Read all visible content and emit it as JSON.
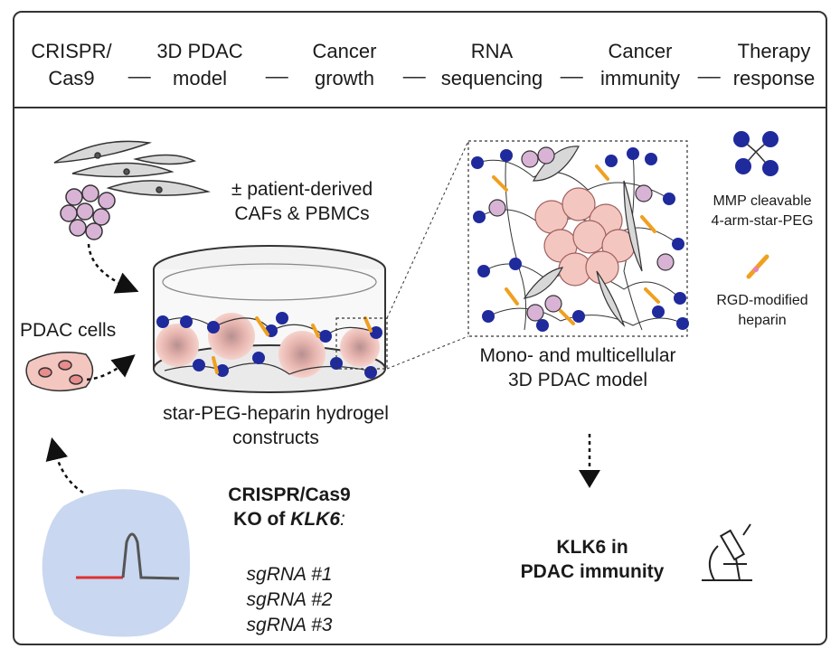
{
  "workflow": {
    "steps": [
      {
        "line1": "CRISPR/",
        "line2": "Cas9"
      },
      {
        "line1": "3D PDAC",
        "line2": "model"
      },
      {
        "line1": "Cancer",
        "line2": "growth"
      },
      {
        "line1": "RNA",
        "line2": "sequencing"
      },
      {
        "line1": "Cancer",
        "line2": "immunity"
      },
      {
        "line1": "Therapy",
        "line2": "response"
      }
    ],
    "connector": "__"
  },
  "inputs": {
    "cells_label_line1": "± patient-derived",
    "cells_label_line2": "CAFs & PBMCs",
    "pdac_label": "PDAC cells"
  },
  "hydrogel": {
    "label_line1": "star-PEG-heparin hydrogel",
    "label_line2": "constructs"
  },
  "model": {
    "label_line1": "Mono- and multicellular",
    "label_line2": "3D PDAC model"
  },
  "legend": {
    "peg_line1": "MMP cleavable",
    "peg_line2": "4-arm-star-PEG",
    "heparin_line1": "RGD-modified",
    "heparin_line2": "heparin"
  },
  "crispr": {
    "title_line1": "CRISPR/Cas9",
    "title_prefix": "KO of ",
    "title_gene": "KLK6",
    "title_suffix": ":",
    "guides": [
      "sgRNA #1",
      "sgRNA #2",
      "sgRNA #3"
    ]
  },
  "outcome": {
    "line1": "KLK6 in",
    "line2": "PDAC immunity"
  },
  "colors": {
    "peg_blue": "#1f2a9c",
    "cancer_pink": "#f4c6c0",
    "immune_lilac": "#d9b3d6",
    "heparin_orange": "#f0a020",
    "caf_gray": "#d8d8d8",
    "dish_blue": "#c9d7f0",
    "guide_red": "#e03030"
  }
}
